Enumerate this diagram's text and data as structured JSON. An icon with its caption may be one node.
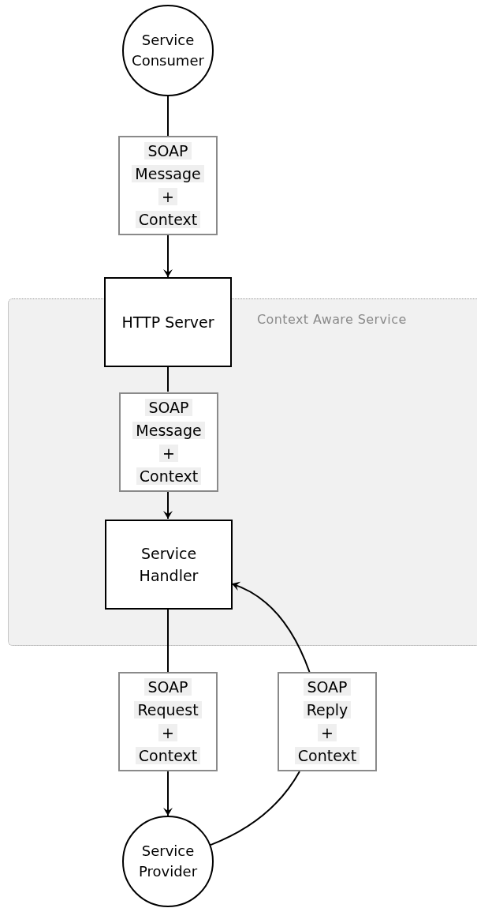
{
  "diagram": {
    "nodes": [
      {
        "text": [
          "Service Consumer"
        ]
      },
      {
        "text": [
          "SOAP Message + Context"
        ]
      },
      {
        "text": [
          "HTTP Server"
        ]
      },
      {
        "text": [
          "Context Aware Service"
        ]
      },
      {
        "text": [
          "SOAP Message + Context"
        ],
        "in": 3
      },
      {
        "text": [
          "Service Handler"
        ],
        "in": 3
      },
      {
        "text": [
          "SOAP Request + Context"
        ]
      },
      {
        "text": [
          "SOAP Reply + Context"
        ]
      },
      {
        "text": [
          "Service Provider"
        ]
      }
    ],
    "edges": [
      {
        "from": 0,
        "to": 1,
        "arrow": "none"
      },
      {
        "from": 1,
        "to": 2,
        "arrow": "to"
      },
      {
        "from": 2,
        "to": 4,
        "arrow": "none"
      },
      {
        "from": 4,
        "to": 5,
        "arrow": "to"
      },
      {
        "from": 5,
        "to": 6,
        "arrow": "none"
      },
      {
        "from": 6,
        "to": 8,
        "arrow": "to"
      },
      {
        "from": 8,
        "to": 7,
        "arrow": "none"
      },
      {
        "from": 7,
        "to": 5,
        "arrow": "to"
      }
    ]
  }
}
